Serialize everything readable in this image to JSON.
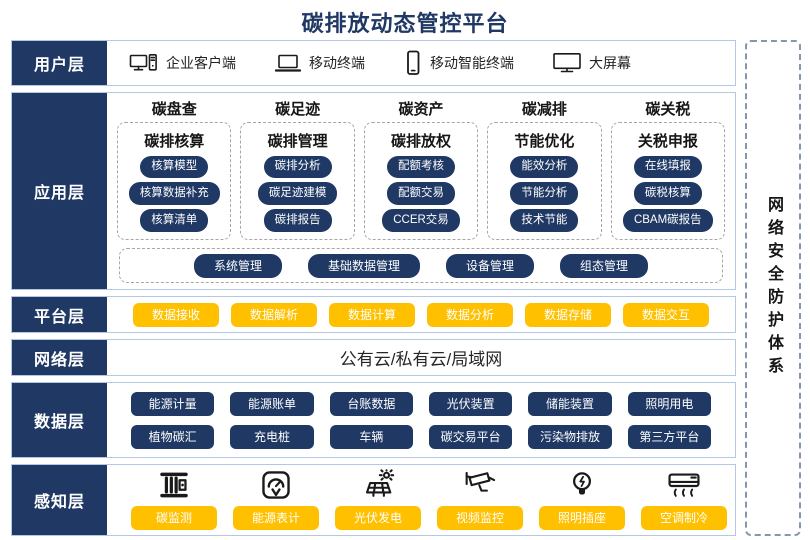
{
  "title": "碳排放动态管控平台",
  "security_sidebar": {
    "label": "网络安全防护体系"
  },
  "colors": {
    "navy": "#1F3864",
    "yellow": "#FFC000",
    "row_border": "#B4C7E7",
    "dash_gray": "#A6A6A6",
    "dash_blue": "#8496B0",
    "title_color": "#1F3864"
  },
  "layers": {
    "user": {
      "label": "用户层",
      "items": [
        {
          "icon": "desktop-client-icon",
          "label": "企业客户端"
        },
        {
          "icon": "laptop-icon",
          "label": "移动终端"
        },
        {
          "icon": "smartphone-icon",
          "label": "移动智能终端"
        },
        {
          "icon": "big-screen-icon",
          "label": "大屏幕"
        }
      ]
    },
    "app": {
      "label": "应用层",
      "columns": [
        {
          "title": "碳盘查",
          "subtitle": "碳排核算",
          "items": [
            "核算模型",
            "核算数据补充",
            "核算清单"
          ]
        },
        {
          "title": "碳足迹",
          "subtitle": "碳排管理",
          "items": [
            "碳排分析",
            "碳足迹建模",
            "碳排报告"
          ]
        },
        {
          "title": "碳资产",
          "subtitle": "碳排放权",
          "items": [
            "配额考核",
            "配额交易",
            "CCER交易"
          ]
        },
        {
          "title": "碳减排",
          "subtitle": "节能优化",
          "items": [
            "能效分析",
            "节能分析",
            "技术节能"
          ]
        },
        {
          "title": "碳关税",
          "subtitle": "关税申报",
          "items": [
            "在线填报",
            "碳税核算",
            "CBAM碳报告"
          ]
        }
      ],
      "common_modules": [
        "系统管理",
        "基础数据管理",
        "设备管理",
        "组态管理"
      ]
    },
    "platform": {
      "label": "平台层",
      "items": [
        "数据接收",
        "数据解析",
        "数据计算",
        "数据分析",
        "数据存储",
        "数据交互"
      ]
    },
    "network": {
      "label": "网络层",
      "text": "公有云/私有云/局域网"
    },
    "data": {
      "label": "数据层",
      "rows": [
        [
          "能源计量",
          "能源账单",
          "台账数据",
          "光伏装置",
          "储能装置",
          "照明用电"
        ],
        [
          "植物碳汇",
          "充电桩",
          "车辆",
          "碳交易平台",
          "污染物排放",
          "第三方平台"
        ]
      ]
    },
    "perception": {
      "label": "感知层",
      "items": [
        {
          "icon": "carbon-monitor-icon",
          "label": "碳监测"
        },
        {
          "icon": "energy-meter-icon",
          "label": "能源表计"
        },
        {
          "icon": "solar-panel-icon",
          "label": "光伏发电"
        },
        {
          "icon": "cctv-camera-icon",
          "label": "视频监控"
        },
        {
          "icon": "light-bulb-icon",
          "label": "照明插座"
        },
        {
          "icon": "air-conditioner-icon",
          "label": "空调制冷"
        }
      ]
    }
  }
}
